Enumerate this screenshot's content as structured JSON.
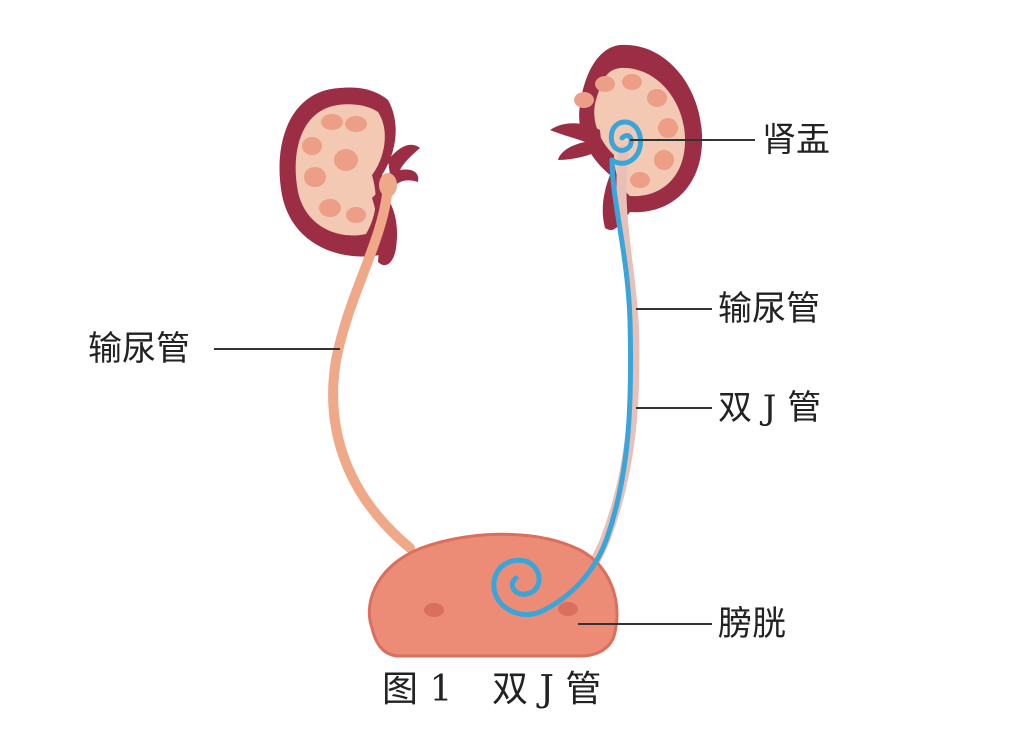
{
  "labels": {
    "renal_pelvis": "肾盂",
    "ureter_left": "输尿管",
    "ureter_right": "输尿管",
    "double_j_stent": "双 J 管",
    "bladder": "膀胱"
  },
  "caption": {
    "figure": "图 1",
    "title": "双 J 管"
  },
  "colors": {
    "kidney_outer": "#9b2e44",
    "kidney_inner": "#f3c9b3",
    "calyx": "#ec9e86",
    "ureter": "#efa888",
    "bladder": "#ec8b76",
    "bladder_outline": "#db6f5e",
    "stent": "#3aa5d9",
    "leader_line": "#333333"
  }
}
